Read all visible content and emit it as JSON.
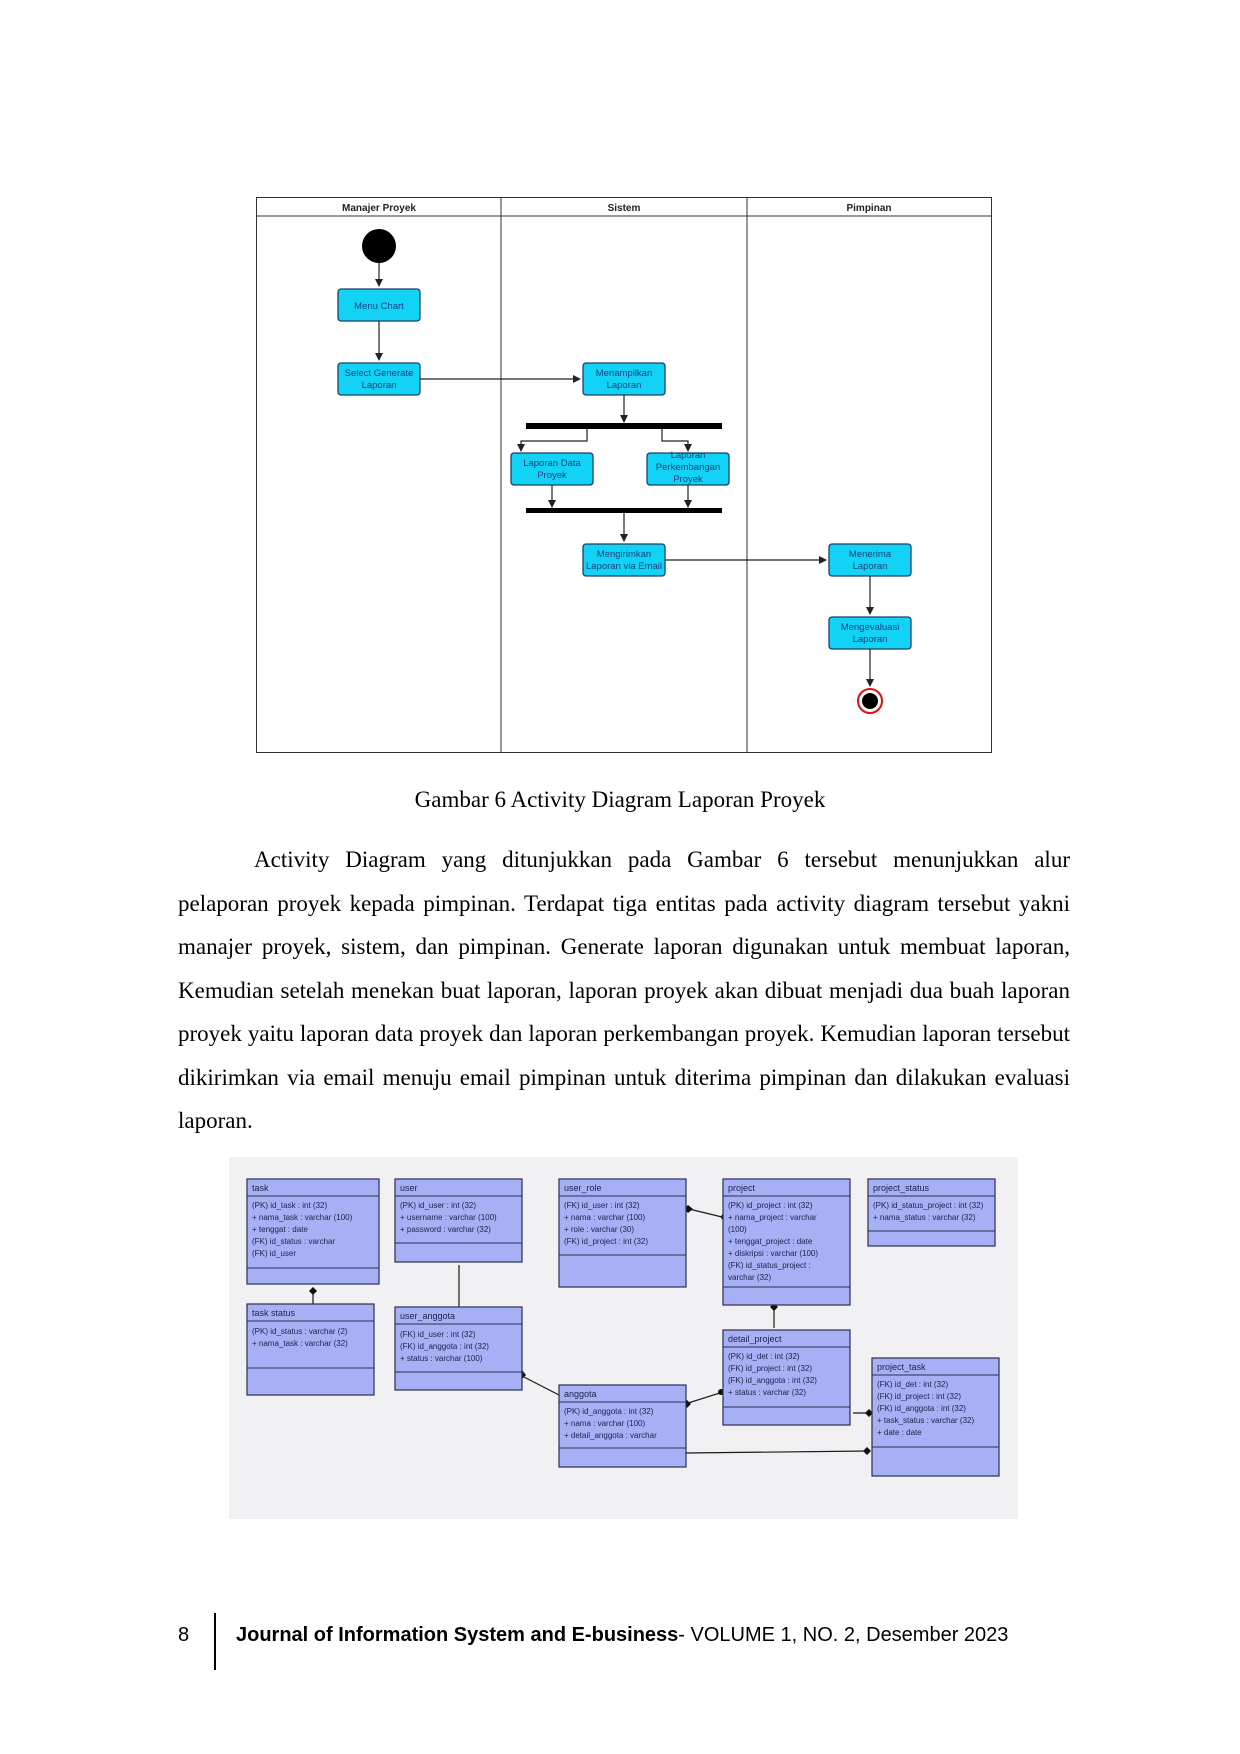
{
  "activity_diagram": {
    "lanes": [
      "Manajer Proyek",
      "Sistem",
      "Pimpinan"
    ],
    "nodes": {
      "menu_chart": [
        "Menu Chart"
      ],
      "select_generate": [
        "Select Generate",
        "Laporan"
      ],
      "menampilkan": [
        "Menampilkan",
        "Laporan"
      ],
      "laporan_data": [
        "Laporan Data",
        "Proyek"
      ],
      "laporan_perkembangan": [
        "Laporan",
        "Perkembangan",
        "Proyek"
      ],
      "mengirimkan": [
        "Mengirimkan",
        "Laporan via Email"
      ],
      "menerima": [
        "Menerima",
        "Laporan"
      ],
      "mengevaluasi": [
        "Mengevaluasi",
        "Laporan"
      ]
    }
  },
  "caption": "Gambar 6 Activity Diagram Laporan Proyek",
  "paragraph": "Activity Diagram yang ditunjukkan pada Gambar 6 tersebut menunjukkan alur pelaporan proyek kepada pimpinan. Terdapat tiga entitas pada activity diagram tersebut yakni manajer proyek, sistem, dan pimpinan. Generate laporan digunakan untuk membuat laporan, Kemudian setelah menekan buat laporan, laporan proyek akan dibuat menjadi dua buah laporan proyek yaitu laporan data proyek dan laporan perkembangan proyek. Kemudian laporan tersebut dikirimkan via email menuju email pimpinan untuk diterima pimpinan dan dilakukan evaluasi laporan.",
  "erd": {
    "entities": [
      {
        "id": "task",
        "title": "task",
        "attrs": [
          "(PK) id_task : int (32)",
          "+ nama_task : varchar (100)",
          "+ tenggat : date",
          "(FK) id_status : varchar",
          "(FK) id_user"
        ]
      },
      {
        "id": "user",
        "title": "user",
        "attrs": [
          "(PK) id_user : int (32)",
          "+ username : varchar (100)",
          "+ password : varchar (32)"
        ]
      },
      {
        "id": "user_role",
        "title": "user_role",
        "attrs": [
          "(FK) id_user : int (32)",
          "+ nama : varchar (100)",
          "+ role : varchar (30)",
          "(FK) id_project : int (32)"
        ]
      },
      {
        "id": "project",
        "title": "project",
        "attrs": [
          "(PK) id_project : int (32)",
          "+ nama_project : varchar",
          "(100)",
          "+ tenggat_project : date",
          "+ diskripsi : varchar (100)",
          "(FK) id_status_project :",
          "varchar (32)"
        ]
      },
      {
        "id": "project_status",
        "title": "project_status",
        "attrs": [
          "(PK) id_status_project : int (32)",
          "+ nama_status : varchar (32)"
        ]
      },
      {
        "id": "task_status",
        "title": "task status",
        "attrs": [
          "(PK) id_status : varchar (2)",
          "+ nama_task : varchar (32)"
        ]
      },
      {
        "id": "user_anggota",
        "title": "user_anggota",
        "attrs": [
          "(FK) id_user : int (32)",
          "(FK) id_anggota : int (32)",
          "+ status : varchar (100)"
        ]
      },
      {
        "id": "detail_project",
        "title": "detail_project",
        "attrs": [
          "(PK) id_det : int (32)",
          "(FK) id_project : int (32)",
          "(FK) id_anggota : int (32)",
          "+ status : varchar (32)"
        ]
      },
      {
        "id": "anggota",
        "title": "anggota",
        "attrs": [
          "(PK) id_anggota : int (32)",
          "+ nama : varchar (100)",
          "+ detail_anggota : varchar"
        ]
      },
      {
        "id": "project_task",
        "title": "project_task",
        "attrs": [
          "(FK) id_det : int (32)",
          "(FK) id_project : int (32)",
          "(FK) id_anggota : int (32)",
          "+ task_status : varchar (32)",
          "+ date : date"
        ]
      }
    ]
  },
  "footer": {
    "page_number": "8",
    "journal_name": "Journal of Information System and E-business",
    "issue": "- VOLUME 1, NO. 2, Desember 2023"
  }
}
